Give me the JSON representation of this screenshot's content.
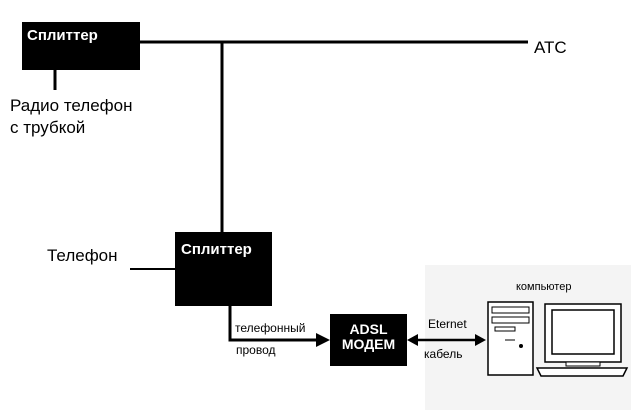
{
  "splitter_top": {
    "label": "Сплиттер"
  },
  "splitter_mid": {
    "label": "Сплиттер"
  },
  "ats": {
    "label": "АТС"
  },
  "radio_phone": {
    "line1": "Радио телефон",
    "line2": "с трубкой"
  },
  "phone": {
    "label": "Телефон"
  },
  "modem": {
    "line1": "ADSL",
    "line2": "МОДЕМ"
  },
  "phone_wire": {
    "line1": "телефонный",
    "line2": "провод"
  },
  "ethernet": {
    "line1": "Eternet",
    "line2": "кабель"
  },
  "computer": {
    "label": "компьютер"
  }
}
